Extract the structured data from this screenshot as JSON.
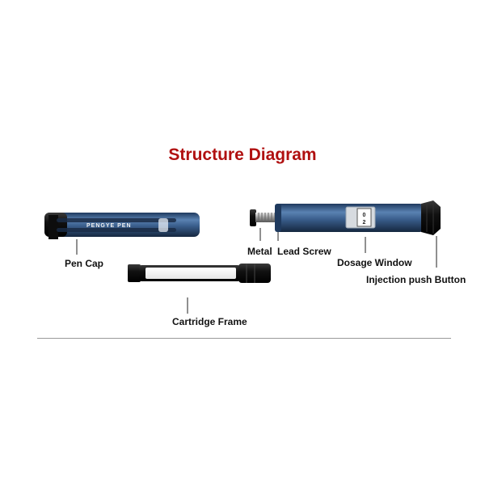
{
  "diagram": {
    "title": "Structure Diagram",
    "title_color": "#b01010",
    "pen_brand": "PENGYE PEN",
    "dosage_marks": [
      "0",
      "2"
    ],
    "labels": {
      "pen_cap": "Pen Cap",
      "metal": "Metal",
      "lead_screw": "Lead Screw",
      "dosage_window": "Dosage Window",
      "injection_button": "Injection push Button",
      "cartridge_frame": "Cartridge Frame"
    },
    "colors": {
      "pen_body": "#3a5e8c",
      "pen_dark": "#1c1c1c"
    }
  }
}
